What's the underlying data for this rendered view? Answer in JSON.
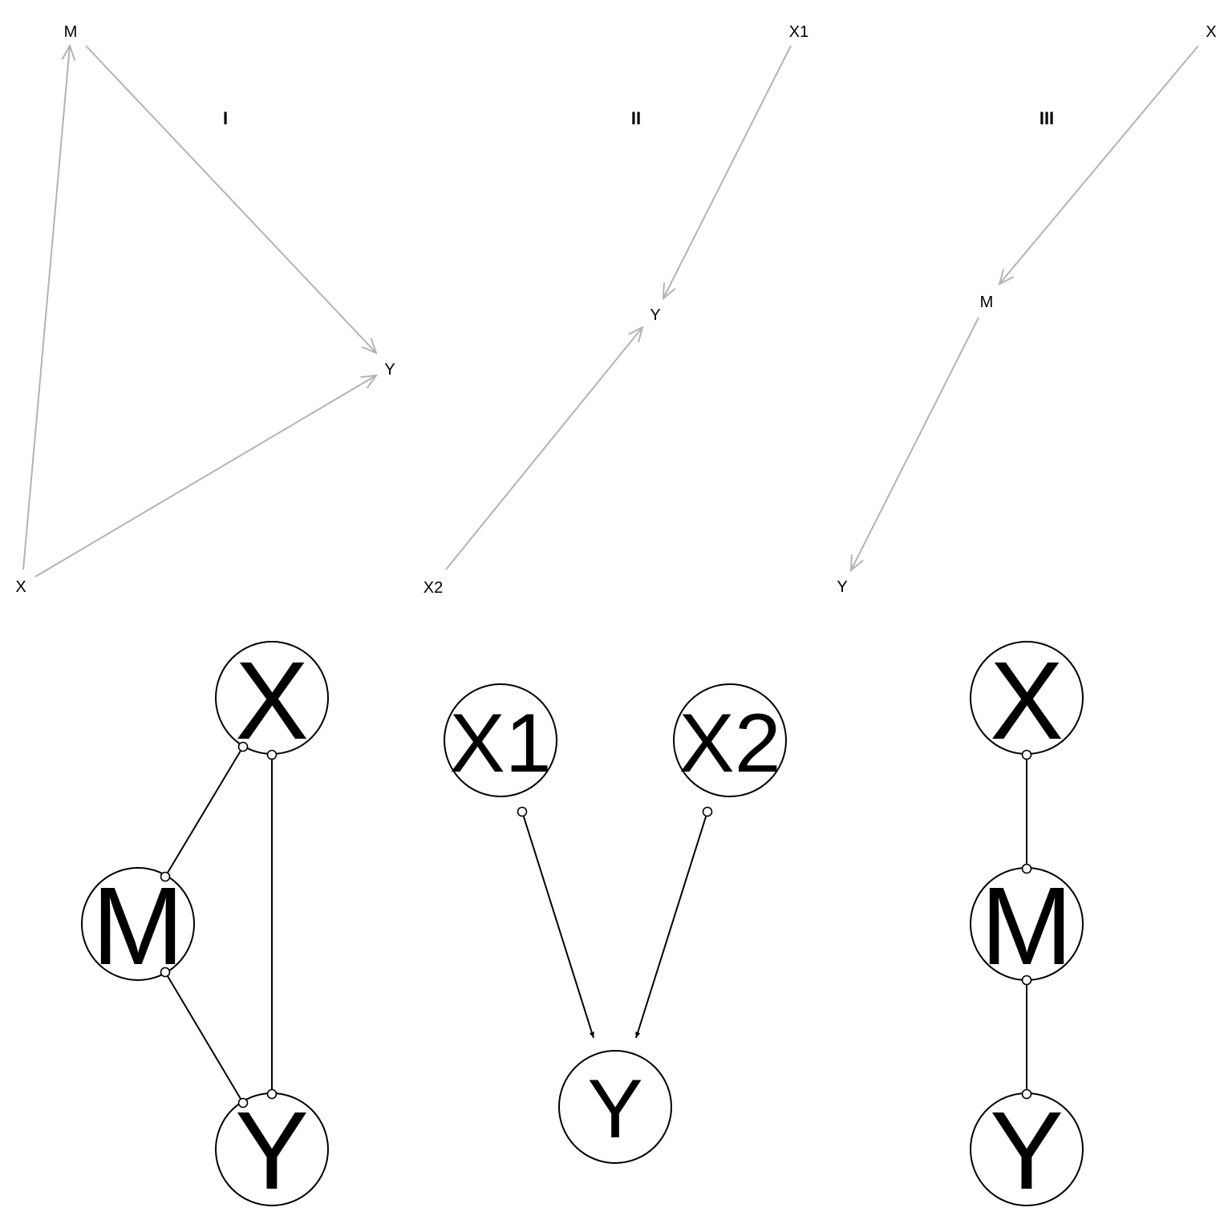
{
  "panels": [
    {
      "title": "I",
      "nodes": {
        "M": "M",
        "X": "X",
        "Y": "Y"
      }
    },
    {
      "title": "II",
      "nodes": {
        "X1": "X1",
        "Y": "Y",
        "X2": "X2"
      }
    },
    {
      "title": "III",
      "nodes": {
        "X": "X",
        "M": "M",
        "Y": "Y"
      }
    }
  ],
  "bottom": {
    "graph1": {
      "X": "X",
      "M": "M",
      "Y": "Y"
    },
    "graph2": {
      "X1": "X1",
      "X2": "X2",
      "Y": "Y"
    },
    "graph3": {
      "X": "X",
      "M": "M",
      "Y": "Y"
    }
  },
  "colors": {
    "gray_edge": "#b3b3b3",
    "black_edge": "#000000"
  }
}
